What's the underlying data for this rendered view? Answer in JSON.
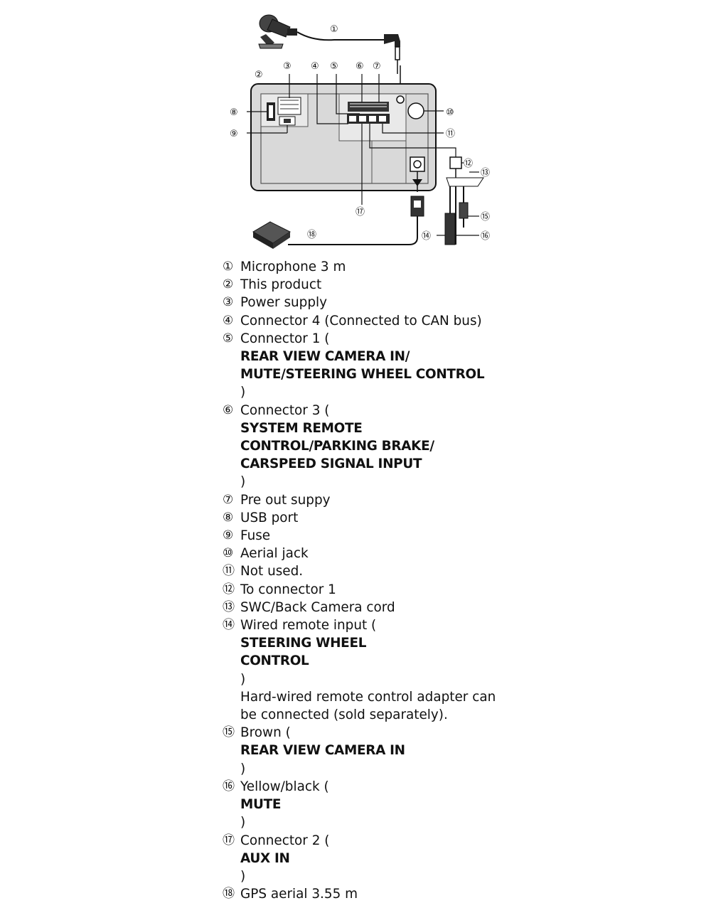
{
  "diagram": {
    "callouts": [
      "①",
      "②",
      "③",
      "④",
      "⑤",
      "⑥",
      "⑦",
      "⑧",
      "⑨",
      "⑩",
      "⑪",
      "⑫",
      "⑬",
      "⑭",
      "⑮",
      "⑯",
      "⑰",
      "⑱"
    ]
  },
  "legend": [
    {
      "num": "①",
      "lines": [
        [
          {
            "t": "Microphone 3 m",
            "b": false
          }
        ]
      ]
    },
    {
      "num": "②",
      "lines": [
        [
          {
            "t": "This product",
            "b": false
          }
        ]
      ]
    },
    {
      "num": "③",
      "lines": [
        [
          {
            "t": "Power supply",
            "b": false
          }
        ]
      ]
    },
    {
      "num": "④",
      "lines": [
        [
          {
            "t": "Connector 4 (Connected to CAN bus)",
            "b": false
          }
        ]
      ]
    },
    {
      "num": "⑤",
      "lines": [
        [
          {
            "t": "Connector 1 (",
            "b": false
          },
          {
            "t": "REAR VIEW CAMERA IN/",
            "b": true
          }
        ],
        [
          {
            "t": "MUTE/STEERING WHEEL CONTROL",
            "b": true
          },
          {
            "t": ")",
            "b": false
          }
        ]
      ]
    },
    {
      "num": "⑥",
      "lines": [
        [
          {
            "t": "Connector 3 (",
            "b": false
          },
          {
            "t": "SYSTEM REMOTE",
            "b": true
          }
        ],
        [
          {
            "t": "CONTROL/PARKING BRAKE/",
            "b": true
          }
        ],
        [
          {
            "t": "CARSPEED SIGNAL INPUT",
            "b": true
          },
          {
            "t": ")",
            "b": false
          }
        ]
      ]
    },
    {
      "num": "⑦",
      "lines": [
        [
          {
            "t": "Pre out suppy",
            "b": false
          }
        ]
      ]
    },
    {
      "num": "⑧",
      "lines": [
        [
          {
            "t": "USB port",
            "b": false
          }
        ]
      ]
    },
    {
      "num": "⑨",
      "lines": [
        [
          {
            "t": "Fuse",
            "b": false
          }
        ]
      ]
    },
    {
      "num": "⑩",
      "lines": [
        [
          {
            "t": "Aerial jack",
            "b": false
          }
        ]
      ]
    },
    {
      "num": "⑪",
      "lines": [
        [
          {
            "t": "Not used.",
            "b": false
          }
        ]
      ]
    },
    {
      "num": "⑫",
      "lines": [
        [
          {
            "t": "To connector 1",
            "b": false
          }
        ]
      ]
    },
    {
      "num": "⑬",
      "lines": [
        [
          {
            "t": "SWC/Back Camera cord",
            "b": false
          }
        ]
      ]
    },
    {
      "num": "⑭",
      "lines": [
        [
          {
            "t": "Wired remote input (",
            "b": false
          },
          {
            "t": "STEERING WHEEL",
            "b": true
          }
        ],
        [
          {
            "t": "CONTROL",
            "b": true
          },
          {
            "t": ")",
            "b": false
          }
        ],
        [
          {
            "t": "Hard-wired remote control adapter can",
            "b": false
          }
        ],
        [
          {
            "t": "be connected (sold separately).",
            "b": false
          }
        ]
      ]
    },
    {
      "num": "⑮",
      "lines": [
        [
          {
            "t": "Brown (",
            "b": false
          },
          {
            "t": "REAR VIEW CAMERA IN",
            "b": true
          },
          {
            "t": ")",
            "b": false
          }
        ]
      ]
    },
    {
      "num": "⑯",
      "lines": [
        [
          {
            "t": "Yellow/black (",
            "b": false
          },
          {
            "t": "MUTE",
            "b": true
          },
          {
            "t": ")",
            "b": false
          }
        ]
      ]
    },
    {
      "num": "⑰",
      "lines": [
        [
          {
            "t": "Connector 2 (",
            "b": false
          },
          {
            "t": "AUX IN",
            "b": true
          },
          {
            "t": ")",
            "b": false
          }
        ]
      ]
    },
    {
      "num": "⑱",
      "lines": [
        [
          {
            "t": "GPS aerial 3.55 m",
            "b": false
          }
        ]
      ]
    }
  ]
}
